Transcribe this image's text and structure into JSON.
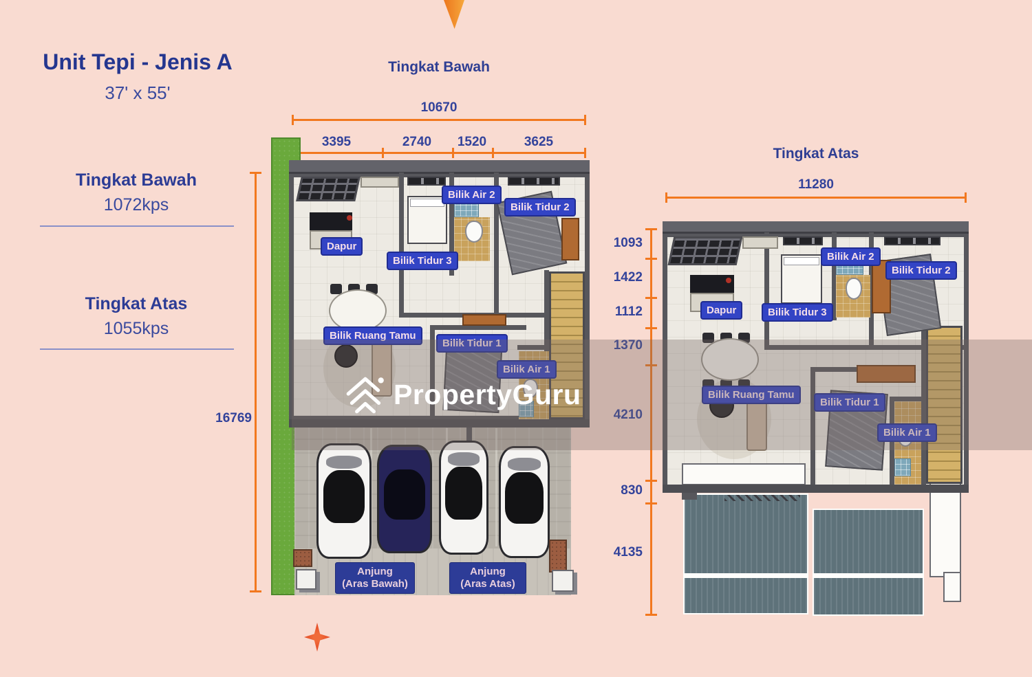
{
  "colors": {
    "background_pink": "#f9dbd1",
    "dimension_orange": "#f2781f",
    "text_blue": "#2e3e93",
    "room_badge_blue": "#3344c5",
    "lawn_green": "#6aa93c",
    "deck_slate": "#5e727a",
    "watermark_white": "#ffffff"
  },
  "icons": {
    "north_arrow": "triangle-down",
    "compass_star": "four-point-star",
    "brand_logo": "propertyguru-house-chevrons"
  },
  "info": {
    "title": "Unit Tepi - Jenis A",
    "size": "37' x 55'",
    "floors": [
      {
        "name": "Tingkat Bawah",
        "area": "1072kps"
      },
      {
        "name": "Tingkat Atas",
        "area": "1055kps"
      }
    ]
  },
  "ground": {
    "title": "Tingkat Bawah",
    "dims": {
      "total_width": "10670",
      "segments": [
        "3395",
        "2740",
        "1520",
        "3625"
      ],
      "height": "16769"
    },
    "rooms": {
      "dapur": "Dapur",
      "tidur3": "Bilik Tidur 3",
      "air2": "Bilik Air 2",
      "tidur2": "Bilik Tidur 2",
      "ruang_tamu": "Bilik Ruang Tamu",
      "tidur1": "Bilik Tidur 1",
      "air1": "Bilik Air 1"
    },
    "anjung": [
      {
        "line1": "Anjung",
        "line2": "(Aras Bawah)"
      },
      {
        "line1": "Anjung",
        "line2": "(Aras Atas)"
      }
    ]
  },
  "upper": {
    "title": "Tingkat Atas",
    "dims": {
      "total_width": "11280",
      "left_segments": [
        "1093",
        "1422",
        "1112",
        "1370",
        "4210",
        "830",
        "4135"
      ]
    },
    "rooms": {
      "dapur": "Dapur",
      "tidur3": "Bilik Tidur 3",
      "air2": "Bilik Air 2",
      "tidur2": "Bilik Tidur 2",
      "ruang_tamu": "Bilik Ruang Tamu",
      "tidur1": "Bilik Tidur 1",
      "air1": "Bilik Air 1"
    }
  },
  "watermark": {
    "brand": "PropertyGuru"
  }
}
